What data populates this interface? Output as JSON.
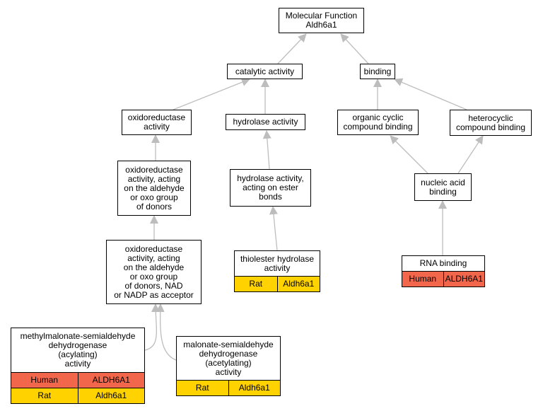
{
  "graph": {
    "colors": {
      "edge": "#bdbdbd",
      "human_row": "#f2664b",
      "rat_row": "#ffd200",
      "node_border": "#000000"
    },
    "nodes": {
      "root": {
        "label": "Molecular Function\nAldh6a1"
      },
      "catalytic": {
        "label": "catalytic activity"
      },
      "binding": {
        "label": "binding"
      },
      "oxidoreductase": {
        "label": "oxidoreductase\nactivity"
      },
      "hydrolase": {
        "label": "hydrolase activity"
      },
      "organic_cyclic": {
        "label": "organic cyclic\ncompound binding"
      },
      "heterocyclic": {
        "label": "heterocyclic\ncompound binding"
      },
      "oxido_aldehyde": {
        "label": "oxidoreductase\nactivity, acting\non the aldehyde\nor oxo group\nof donors"
      },
      "hydrolase_ester": {
        "label": "hydrolase activity,\nacting on ester\nbonds"
      },
      "nucleic_acid": {
        "label": "nucleic acid\nbinding"
      },
      "oxido_nad": {
        "label": "oxidoreductase\nactivity, acting\non the aldehyde\nor oxo group\nof donors, NAD\nor NADP as acceptor"
      },
      "thiolester": {
        "label": "thiolester hydrolase\nactivity",
        "annotations": [
          {
            "species": "Rat",
            "gene": "Aldh6a1"
          }
        ]
      },
      "rna_binding": {
        "label": "RNA binding",
        "annotations": [
          {
            "species": "Human",
            "gene": "ALDH6A1"
          }
        ]
      },
      "methylmalonate": {
        "label": "methylmalonate-semialdehyde\ndehydrogenase\n(acylating)\nactivity",
        "annotations": [
          {
            "species": "Human",
            "gene": "ALDH6A1"
          },
          {
            "species": "Rat",
            "gene": "Aldh6a1"
          }
        ]
      },
      "malonate": {
        "label": "malonate-semialdehyde\ndehydrogenase\n(acetylating)\nactivity",
        "annotations": [
          {
            "species": "Rat",
            "gene": "Aldh6a1"
          }
        ]
      }
    }
  }
}
